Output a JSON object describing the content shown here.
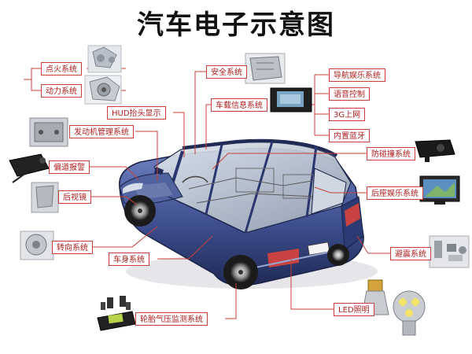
{
  "title": "汽车电子示意图",
  "labels": {
    "ignition": "点火系统",
    "power": "动力系统",
    "engine_mgmt": "发动机管理系统",
    "lane_departure": "偏道报警",
    "rearview": "后视镜",
    "steering": "转向系统",
    "body": "车身系统",
    "tpms": "轮胎气压监测系统",
    "hud": "HUD抬头显示",
    "safety": "安全系统",
    "telematics": "车载信息系统",
    "navigation": "导航娱乐系统",
    "voice": "语音控制",
    "internet_3g": "3G上网",
    "bluetooth": "内置蓝牙",
    "collision": "防碰撞系统",
    "rear_entertainment": "后座娱乐系统",
    "shock": "避震系统",
    "led": "LED照明"
  },
  "colors": {
    "car_body": "#3d4f8f",
    "car_dark": "#1f2a55",
    "label_border": "#c9403a",
    "label_text": "#b01e1e",
    "line": "#c9403a"
  }
}
